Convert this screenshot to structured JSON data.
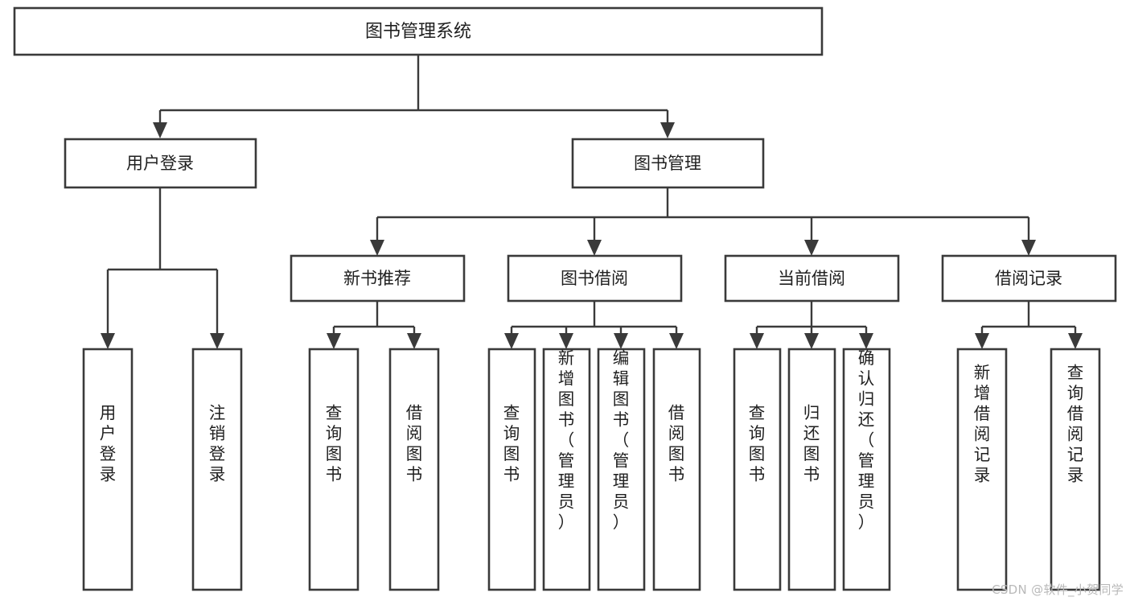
{
  "diagram": {
    "title": "图书管理系统",
    "type": "hierarchy-tree",
    "watermark": "CSDN @软件_小贺同学",
    "colors": {
      "background": "#ffffff",
      "stroke": "#3a3a3a",
      "box_fill": "#ffffff",
      "text": "#1f1f1f",
      "watermark": "#b9b9b9"
    },
    "root": {
      "label": "图书管理系统",
      "level": 0
    },
    "level1": [
      {
        "label": "用户登录"
      },
      {
        "label": "图书管理"
      }
    ],
    "level2": [
      {
        "label": "新书推荐",
        "parent": "图书管理"
      },
      {
        "label": "图书借阅",
        "parent": "图书管理"
      },
      {
        "label": "当前借阅",
        "parent": "图书管理"
      },
      {
        "label": "借阅记录",
        "parent": "图书管理"
      }
    ],
    "leaves": {
      "user_login": [
        "用户登录",
        "注销登录"
      ],
      "new_book": [
        "查询图书",
        "借阅图书"
      ],
      "book_borrow": [
        "查询图书",
        "新增图书（管理员）",
        "编辑图书（管理员）",
        "借阅图书"
      ],
      "current_borrow": [
        "查询图书",
        "归还图书",
        "确认归还（管理员）"
      ],
      "borrow_record": [
        "新增借阅记录",
        "查询借阅记录"
      ]
    }
  }
}
